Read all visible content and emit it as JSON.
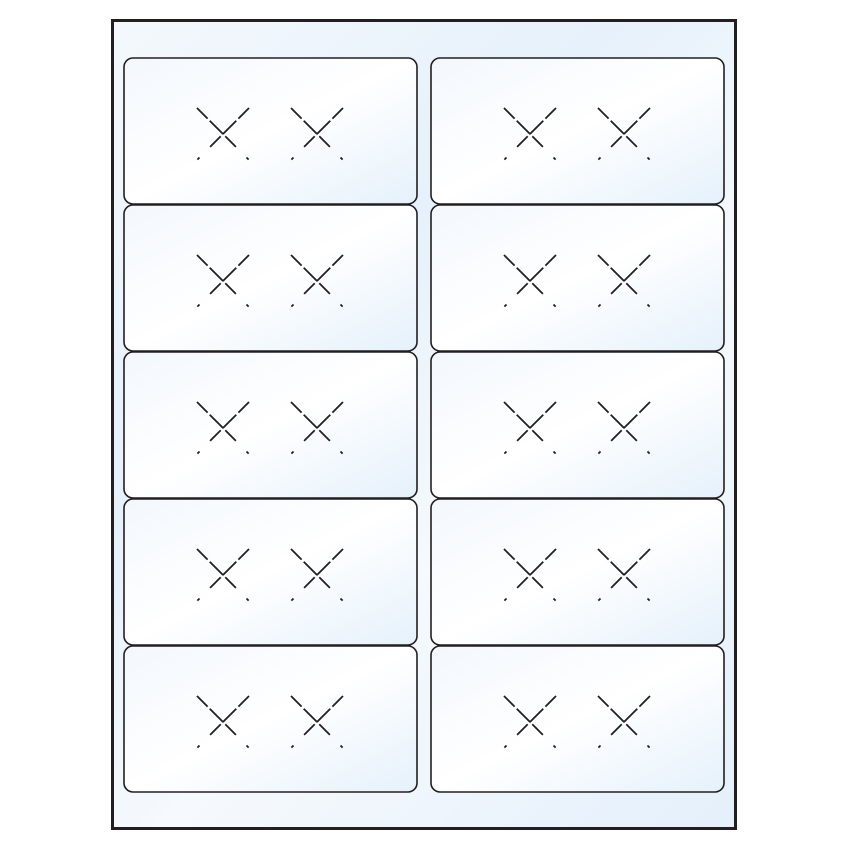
{
  "sheet": {
    "columns": 2,
    "rows": 5,
    "marks_per_label": 2,
    "mark_icon": "dashed-x-icon",
    "colors": {
      "outline": "#231f20",
      "sheet_tint": "#e6f1fb",
      "label_fill": "#f5f9fd"
    }
  }
}
